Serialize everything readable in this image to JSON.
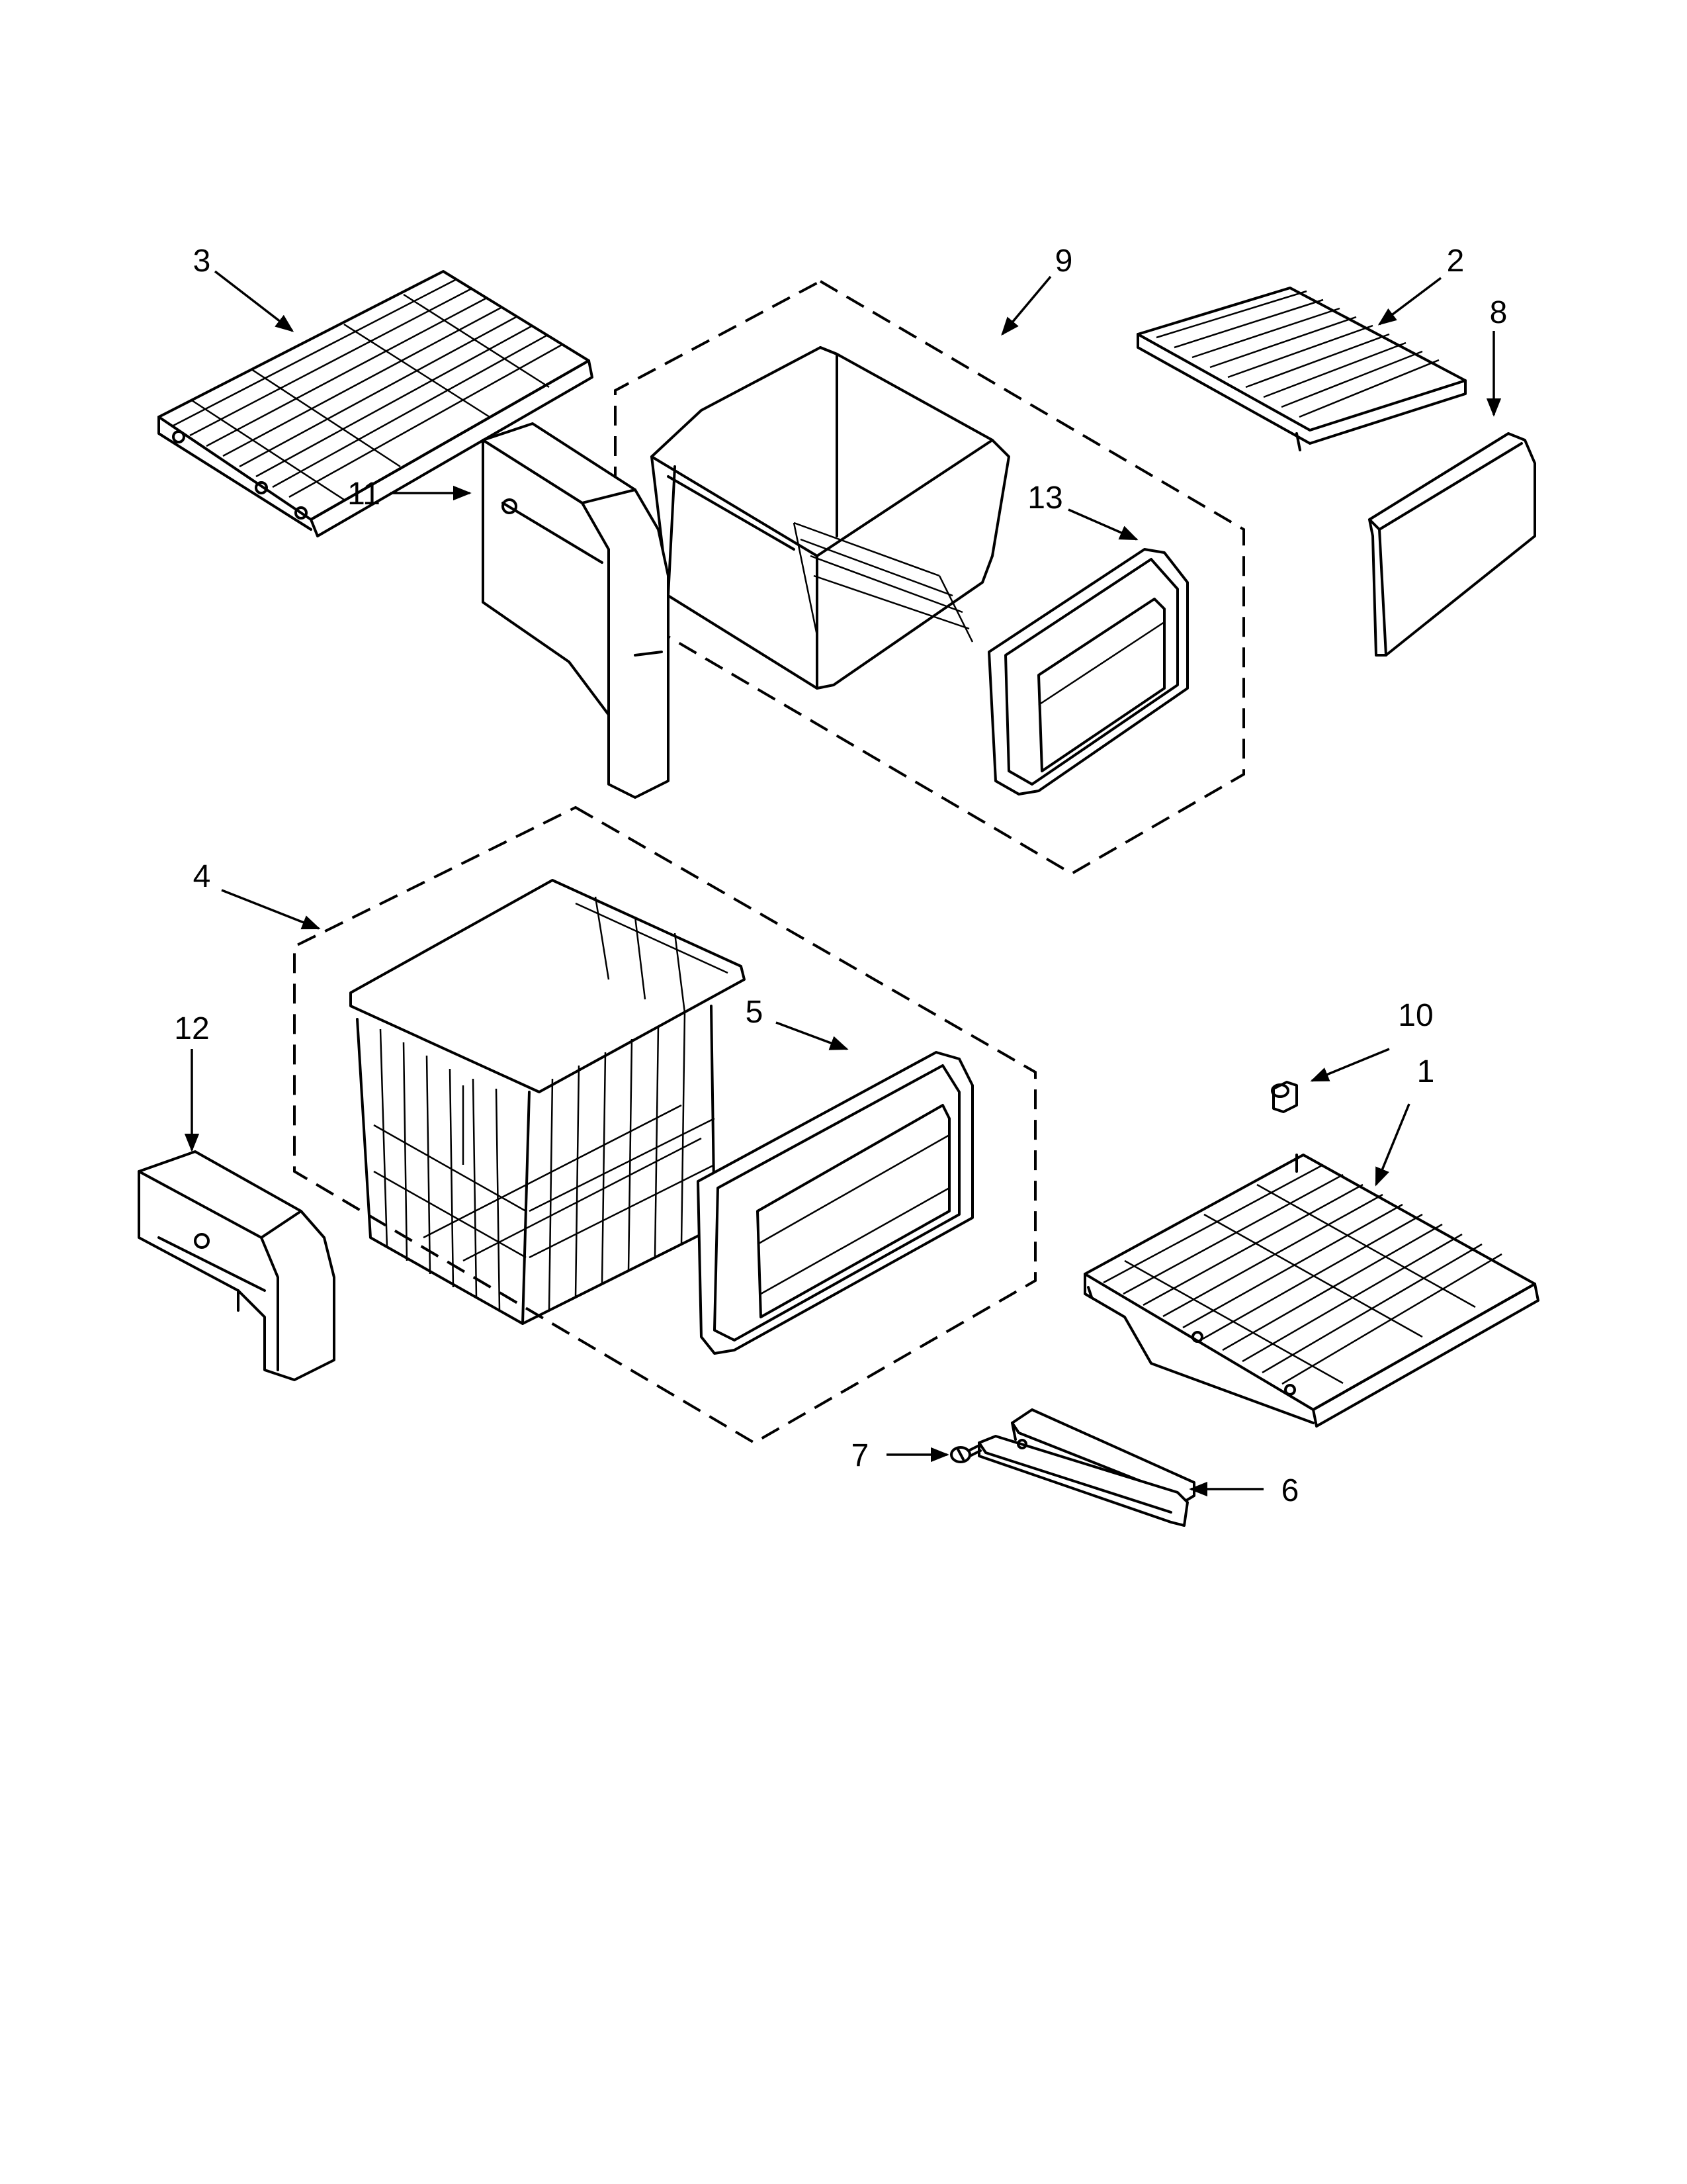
{
  "callouts": [
    {
      "id": "c3",
      "text": "3"
    },
    {
      "id": "c9",
      "text": "9"
    },
    {
      "id": "c2",
      "text": "2"
    },
    {
      "id": "c8",
      "text": "8"
    },
    {
      "id": "c13",
      "text": "13"
    },
    {
      "id": "c11",
      "text": "11"
    },
    {
      "id": "c4",
      "text": "4"
    },
    {
      "id": "c5",
      "text": "5"
    },
    {
      "id": "c12",
      "text": "12"
    },
    {
      "id": "c10",
      "text": "10"
    },
    {
      "id": "c1",
      "text": "1"
    },
    {
      "id": "c7",
      "text": "7"
    },
    {
      "id": "c6",
      "text": "6"
    }
  ]
}
